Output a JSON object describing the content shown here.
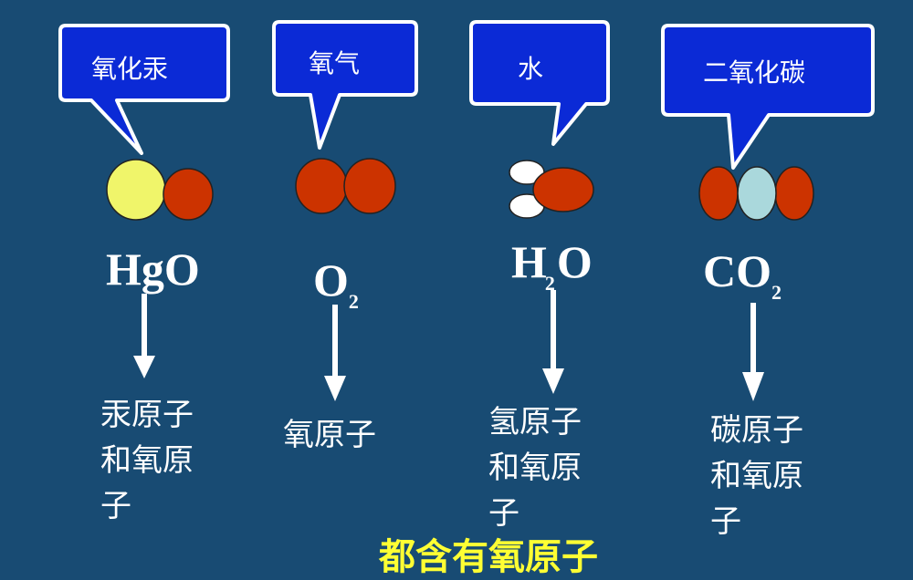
{
  "substances": [
    {
      "bubble": "氧化汞",
      "formula": {
        "main": "HgO"
      },
      "composition": "汞原子和氧原子"
    },
    {
      "bubble": "氧气",
      "formula": {
        "main": "O",
        "sub": "2"
      },
      "composition": "氧原子"
    },
    {
      "bubble": "水",
      "formula": {
        "pre": "H",
        "sub": "2",
        "post": "O"
      },
      "composition": "氢原子和氧原子"
    },
    {
      "bubble": "二氧化碳",
      "formula": {
        "main": "CO",
        "sub": "2"
      },
      "composition": "碳原子和氧原子"
    }
  ],
  "footer_text": "都含有氧原子",
  "colors": {
    "background": "#184b73",
    "bubble_fill": "#0b2ad6",
    "oxygen_atom": "#cc3300",
    "mercury_atom": "#f0f56a",
    "hydrogen_atom": "#ffffff",
    "carbon_atom": "#aad8dc",
    "footer_text": "#ffff33"
  }
}
